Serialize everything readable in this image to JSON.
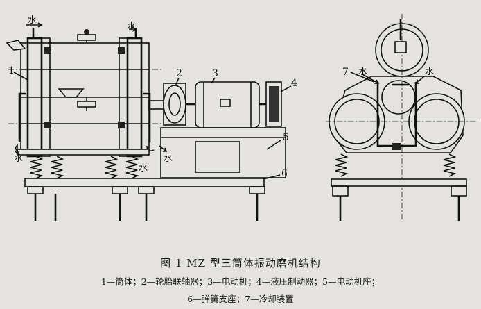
{
  "figure": {
    "title": "图 1   MZ 型三筒体振动磨机结构",
    "legend_line1": "1—筒体；2—轮胎联轴器；3—电动机；4—液压制动器；5—电动机座；",
    "legend_line2": "6—弹簧支座；7—冷却装置"
  },
  "labels": {
    "water": "水",
    "n1": "1",
    "n2": "2",
    "n3": "3",
    "n4": "4",
    "n5": "5",
    "n6": "6",
    "n7": "7"
  },
  "colors": {
    "ink": "#111111",
    "paper": "#e4e3df"
  }
}
